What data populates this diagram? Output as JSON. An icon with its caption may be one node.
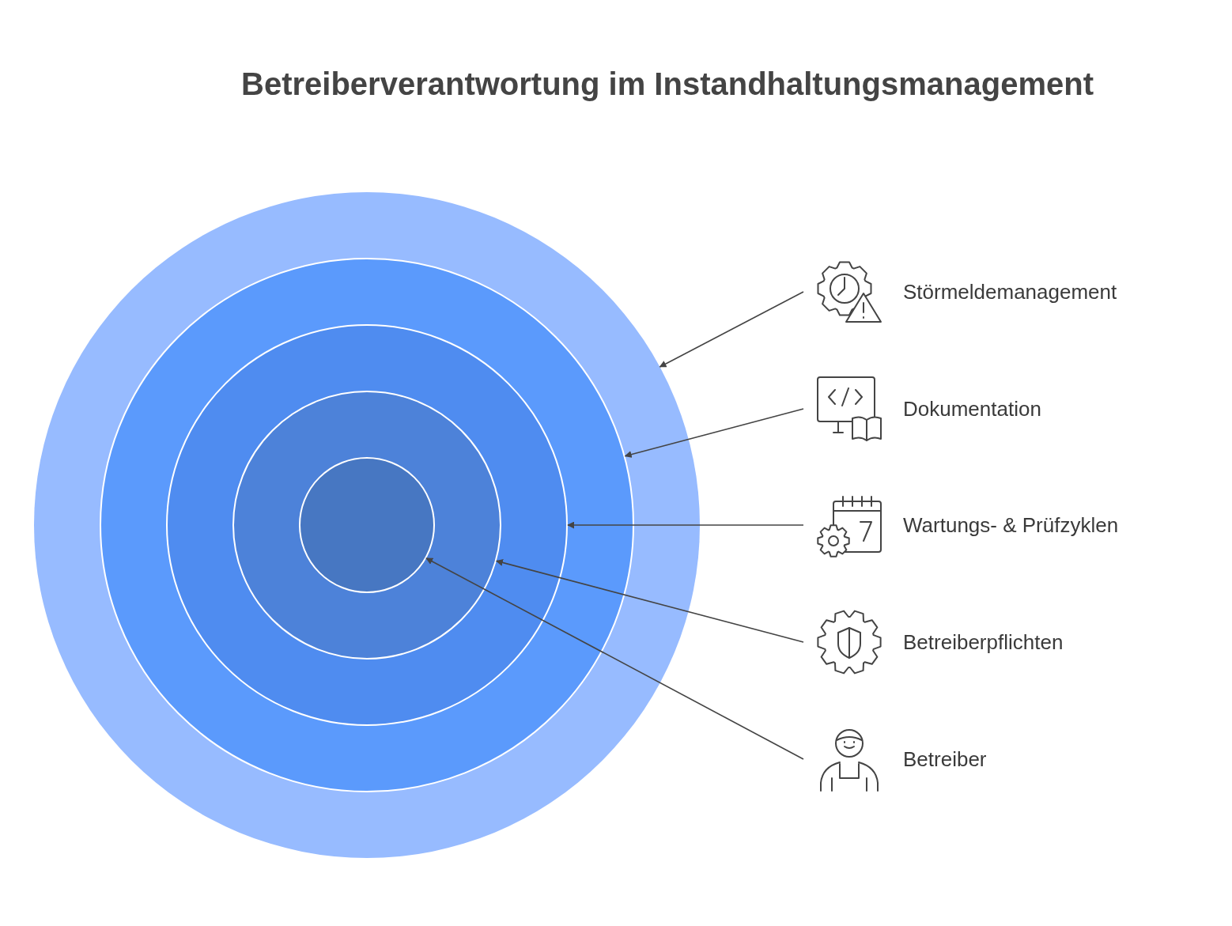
{
  "diagram": {
    "title": "Betreiberverantwortung im Instandhaltungsmanagement",
    "nodes": [
      {
        "text": [],
        "shape": "circle"
      },
      {
        "text": [],
        "shape": "circle",
        "in": 0
      },
      {
        "text": [],
        "shape": "circle",
        "in": 1
      },
      {
        "text": [],
        "shape": "circle",
        "in": 2
      },
      {
        "text": [],
        "shape": "circle",
        "in": 3
      },
      {
        "text": [
          "Störmeldemanagement"
        ]
      },
      {
        "text": [
          "Dokumentation"
        ]
      },
      {
        "text": [
          "Wartungs- & Prüfzyklen"
        ]
      },
      {
        "text": [
          "Betreiberpflichten"
        ]
      },
      {
        "text": [
          "Betreiber"
        ]
      }
    ],
    "edges": [
      {
        "from": 5,
        "to": 0,
        "arrow": "to"
      },
      {
        "from": 6,
        "to": 1,
        "arrow": "to"
      },
      {
        "from": 7,
        "to": 2,
        "arrow": "to"
      },
      {
        "from": 8,
        "to": 3,
        "arrow": "to"
      },
      {
        "from": 9,
        "to": 4,
        "arrow": "to"
      }
    ]
  }
}
